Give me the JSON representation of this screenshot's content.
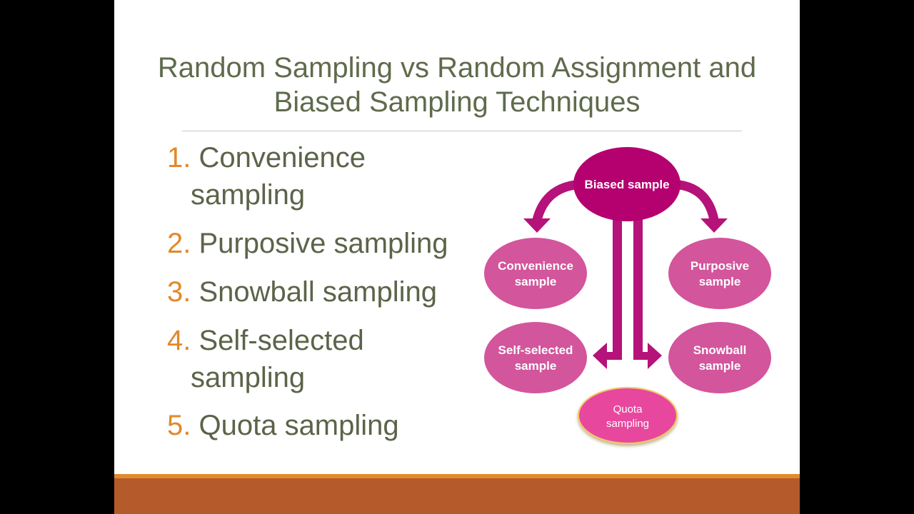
{
  "slide": {
    "title_line_1": "Random Sampling vs Random Assignment and",
    "title_line_2": "Biased Sampling Techniques",
    "list": [
      {
        "number": "1.",
        "text": "Convenience",
        "text_cont": "sampling"
      },
      {
        "number": "2.",
        "text": "Purposive sampling"
      },
      {
        "number": "3.",
        "text": "Snowball sampling"
      },
      {
        "number": "4.",
        "text": "Self-selected",
        "text_cont": "sampling"
      },
      {
        "number": "5.",
        "text": "Quota sampling"
      }
    ],
    "diagram": {
      "root": "Biased sample",
      "convenience": [
        "Convenience",
        "sample"
      ],
      "purposive": [
        "Purposive",
        "sample"
      ],
      "self_selected": [
        "Self-selected",
        "sample"
      ],
      "snowball": [
        "Snowball",
        "sample"
      ],
      "quota": [
        "Quota",
        "sampling"
      ]
    },
    "colors": {
      "title": "#5f6b4c",
      "number": "#e1892b",
      "text": "#5b6449",
      "root_fill": "#b5006f",
      "arrow": "#b5127a",
      "node_fill": "#d3559c",
      "quota_fill": "#e8479e",
      "band_thin": "#e08b2e",
      "band_main": "#b55a2b"
    }
  }
}
